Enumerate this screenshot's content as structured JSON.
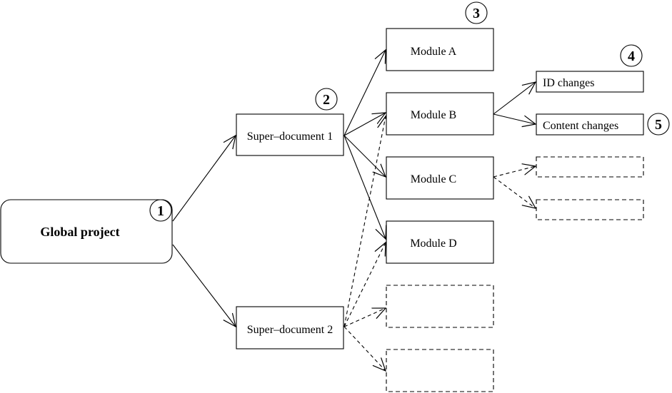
{
  "nodes": {
    "global_project": {
      "label": "Global project"
    },
    "super_document_1": {
      "label": "Super–document 1"
    },
    "super_document_2": {
      "label": "Super–document 2"
    },
    "module_a": {
      "label": "Module A"
    },
    "module_b": {
      "label": "Module B"
    },
    "module_c": {
      "label": "Module C"
    },
    "module_d": {
      "label": "Module D"
    },
    "id_changes": {
      "label": "ID changes"
    },
    "content_changes": {
      "label": "Content changes"
    }
  },
  "markers": [
    "1",
    "2",
    "3",
    "4",
    "5"
  ]
}
